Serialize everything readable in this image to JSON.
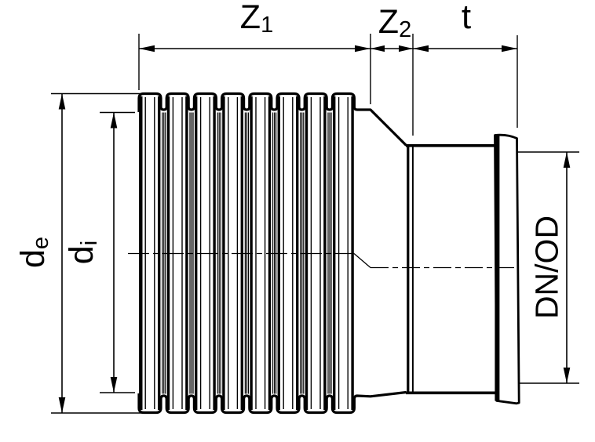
{
  "labels": {
    "z1": {
      "base": "Z",
      "sub": "1"
    },
    "z2": {
      "base": "Z",
      "sub": "2"
    },
    "t": {
      "base": "t",
      "sub": ""
    },
    "de": {
      "base": "d",
      "sub": "e"
    },
    "di": {
      "base": "d",
      "sub": "i"
    },
    "dn_od": {
      "text": "DN/OD"
    }
  },
  "colors": {
    "line": "#000000",
    "background": "#ffffff"
  }
}
